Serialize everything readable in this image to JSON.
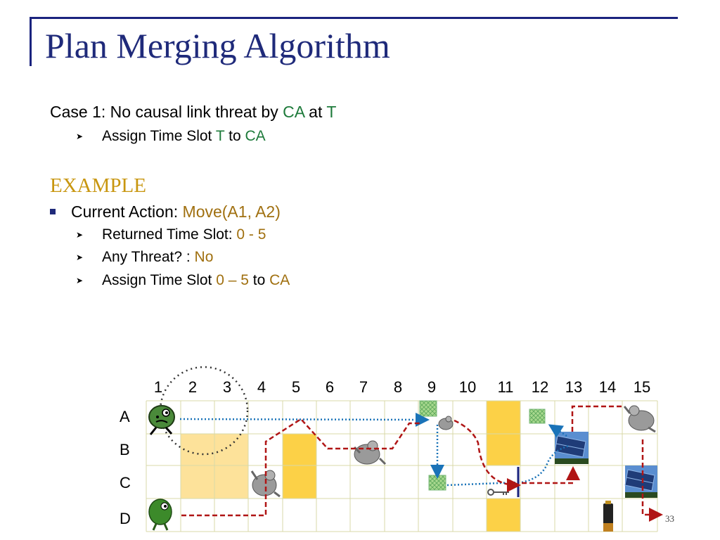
{
  "slide": {
    "title": "Plan Merging Algorithm",
    "case": {
      "prefix": "Case 1: No causal link threat by ",
      "ca": "CA",
      "at": " at ",
      "t": "T"
    },
    "sub": {
      "prefix": "Assign Time Slot ",
      "t": "T",
      "to": " to ",
      "ca": "CA"
    },
    "heading": "EXAMPLE",
    "bullet": {
      "label": "Current Action: ",
      "value": "Move(A1, A2)"
    },
    "items": [
      {
        "label": "Returned Time Slot: ",
        "value": "0 - 5"
      },
      {
        "label": "Any Threat? : ",
        "value": "No"
      },
      {
        "label": "Assign Time Slot ",
        "value": "0 – 5",
        "mid": " to ",
        "ca": "CA"
      }
    ],
    "slide_number": "33"
  },
  "grid": {
    "columns": [
      "1",
      "2",
      "3",
      "4",
      "5",
      "6",
      "7",
      "8",
      "9",
      "10",
      "11",
      "12",
      "13",
      "14",
      "15"
    ],
    "rows": [
      "A",
      "B",
      "C",
      "D"
    ]
  },
  "colors": {
    "title": "#1f2a7a",
    "green": "#1d7a3a",
    "gold": "#a07010",
    "heading": "#c8960f",
    "light_slot": "#fde29a",
    "dark_slot": "#fcd147",
    "red_path": "#b01515",
    "blue_path": "#1a73b8"
  },
  "icons": {
    "agent_a": "green-agent-face-icon",
    "agent_d": "green-agent-icon",
    "obstacle": "grey-creature-icon",
    "solar": "solar-panel-icon",
    "key": "key-icon",
    "battery": "battery-icon",
    "goal": "green-crosshatch-square-icon"
  }
}
